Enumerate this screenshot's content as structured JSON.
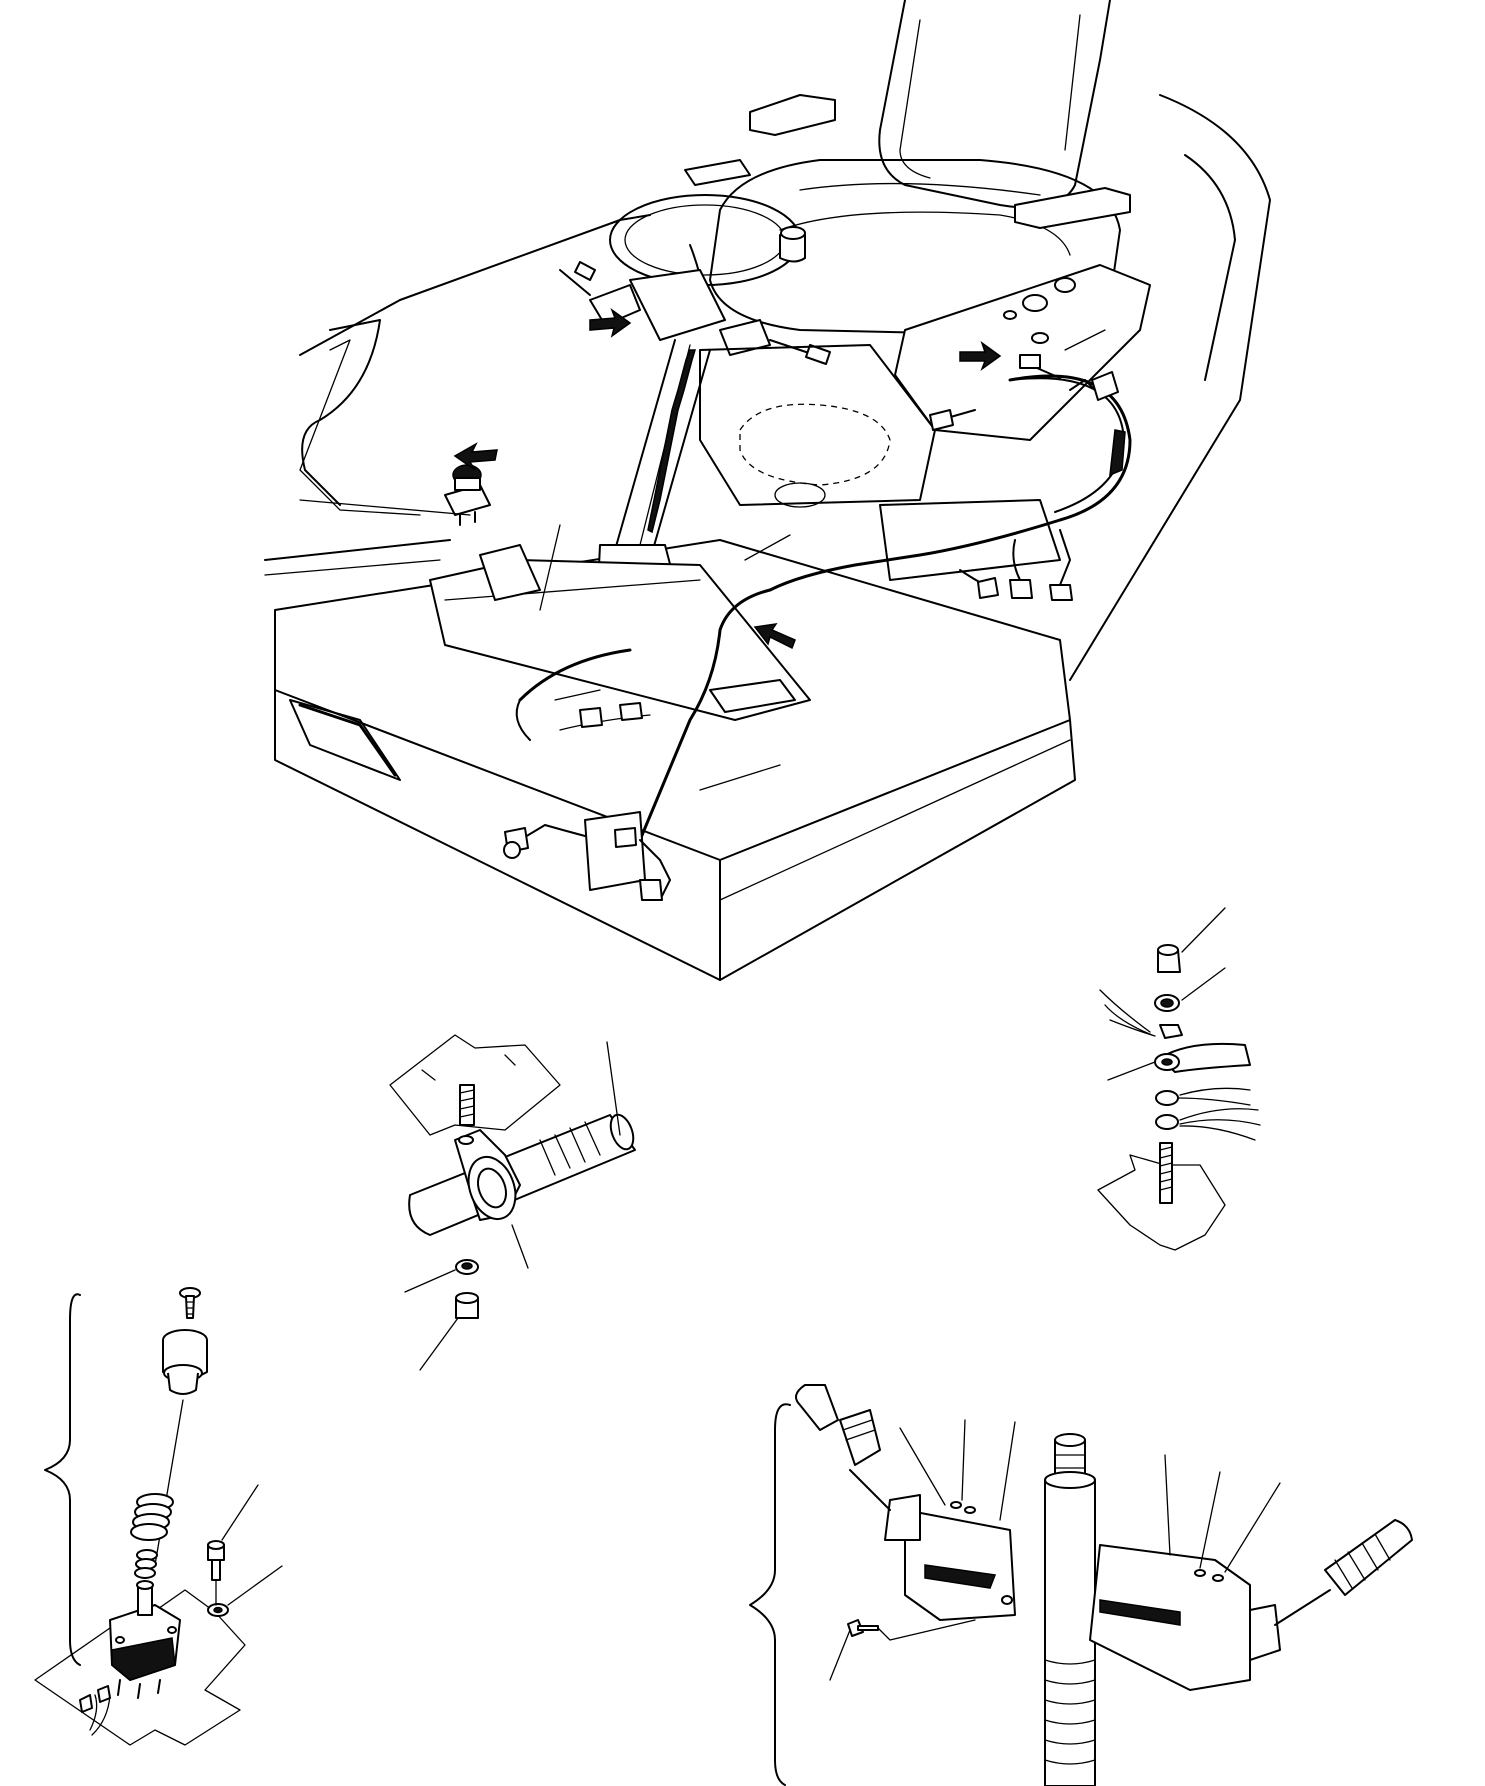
{
  "diagram": {
    "kind": "exploded parts illustration (no printed text)",
    "line_color": "#000000",
    "background": "#ffffff",
    "views": [
      {
        "id": "operator-deck",
        "components": [
          "seat",
          "steering-wheel",
          "steering-column",
          "instrument-panel",
          "wiring-harness",
          "push-switch",
          "floor-plate"
        ]
      },
      {
        "id": "harness-clamp-detail",
        "components": [
          "stud",
          "clamp",
          "harness-tube",
          "washer",
          "nut"
        ]
      },
      {
        "id": "ground-terminal-detail",
        "components": [
          "nut",
          "washer",
          "terminal-lugs",
          "stud"
        ]
      },
      {
        "id": "push-switch-detail",
        "components": [
          "screw",
          "knob",
          "spring",
          "switch-body",
          "bolt",
          "washer"
        ]
      },
      {
        "id": "combination-switch-detail",
        "components": [
          "left-lever-switch",
          "right-lever-switch",
          "column-shaft",
          "screw"
        ]
      }
    ],
    "arrow_icon": "pointer-arrow-icon"
  }
}
